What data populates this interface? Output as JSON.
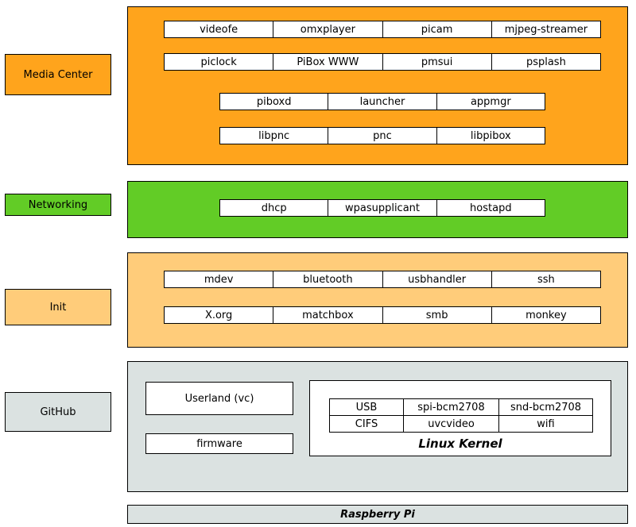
{
  "sections": {
    "media_center": {
      "label": "Media Center",
      "color": "#FFA41C",
      "rows": [
        [
          "videofe",
          "omxplayer",
          "picam",
          "mjpeg-streamer"
        ],
        [
          "piclock",
          "PiBox WWW",
          "pmsui",
          "psplash"
        ],
        [
          "piboxd",
          "launcher",
          "appmgr"
        ],
        [
          "libpnc",
          "pnc",
          "libpibox"
        ]
      ]
    },
    "networking": {
      "label": "Networking",
      "color": "#62CC26",
      "rows": [
        [
          "dhcp",
          "wpasupplicant",
          "hostapd"
        ]
      ]
    },
    "init": {
      "label": "Init",
      "color": "#FFCC7A",
      "rows": [
        [
          "mdev",
          "bluetooth",
          "usbhandler",
          "ssh"
        ],
        [
          "X.org",
          "matchbox",
          "smb",
          "monkey"
        ]
      ]
    },
    "github": {
      "label": "GitHub",
      "color": "#DBE2E1",
      "userland": "Userland (vc)",
      "firmware": "firmware",
      "kernel": {
        "label": "Linux Kernel",
        "grid": [
          [
            "USB",
            "spi-bcm2708",
            "snd-bcm2708"
          ],
          [
            "CIFS",
            "uvcvideo",
            "wifi"
          ]
        ]
      }
    },
    "platform": {
      "label": "Raspberry Pi",
      "color": "#DBE2E1"
    }
  }
}
